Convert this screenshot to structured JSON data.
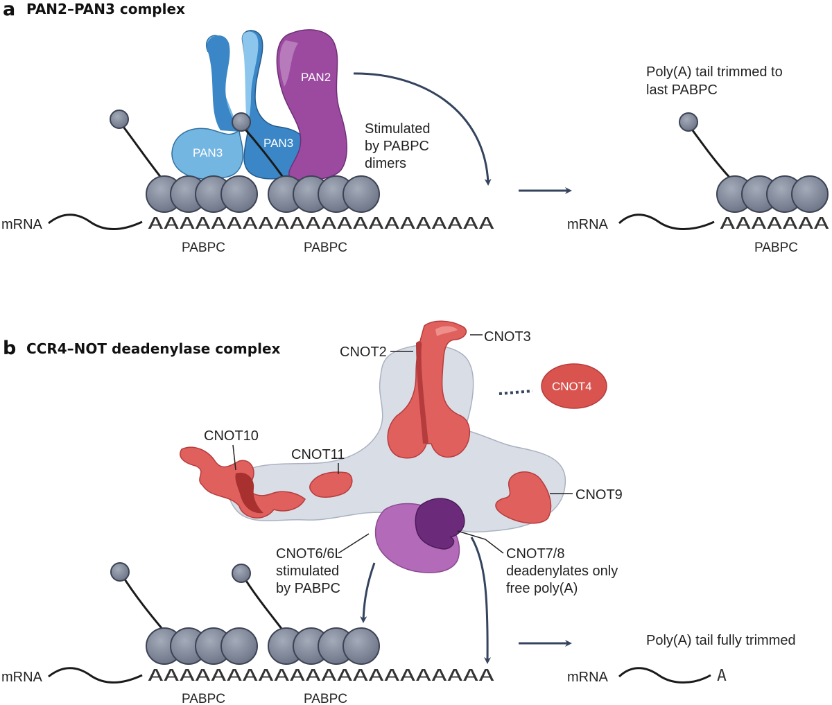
{
  "panel_a": {
    "letter": "a",
    "title": "PAN2–PAN3 complex",
    "labels": {
      "mrna_left": "mRNA",
      "polyA_left": "AAAAAAAAAAAAAAAAAAAAAA",
      "pabpc_1": "PABPC",
      "pabpc_2": "PABPC",
      "pan3_left": "PAN3",
      "pan3_right": "PAN3",
      "pan2": "PAN2",
      "stimulated_line1": "Stimulated",
      "stimulated_line2": "by PABPC",
      "stimulated_line3": "dimers",
      "result_line1": "Poly(A) tail trimmed to",
      "result_line2": "last PABPC",
      "mrna_right": "mRNA",
      "polyA_right": "AAAAAAA",
      "pabpc_right": "PABPC"
    },
    "colors": {
      "pan3_light": "#74b6e2",
      "pan3_dark": "#3a86c6",
      "pan2": "#9b4aa0"
    }
  },
  "panel_b": {
    "letter": "b",
    "title": "CCR4–NOT deadenylase complex",
    "labels": {
      "cnot2": "CNOT2",
      "cnot3": "CNOT3",
      "cnot4": "CNOT4",
      "cnot10": "CNOT10",
      "cnot11": "CNOT11",
      "cnot9": "CNOT9",
      "cnot6_line1": "CNOT6/6L",
      "cnot6_line2": "stimulated",
      "cnot6_line3": "by PABPC",
      "cnot7_line1": "CNOT7/8",
      "cnot7_line2": "deadenylates only",
      "cnot7_line3": "free poly(A)",
      "mrna_left": "mRNA",
      "polyA_left": "AAAAAAAAAAAAAAAAAAAAAA",
      "pabpc_1": "PABPC",
      "pabpc_2": "PABPC",
      "result": "Poly(A) tail fully trimmed",
      "mrna_right": "mRNA",
      "polyA_right": "A"
    },
    "colors": {
      "cnot_red": "#e0605e",
      "cnot6": "#b36ab8",
      "cnot7": "#6b2b7a",
      "scaffold": "#d9dde6"
    }
  }
}
